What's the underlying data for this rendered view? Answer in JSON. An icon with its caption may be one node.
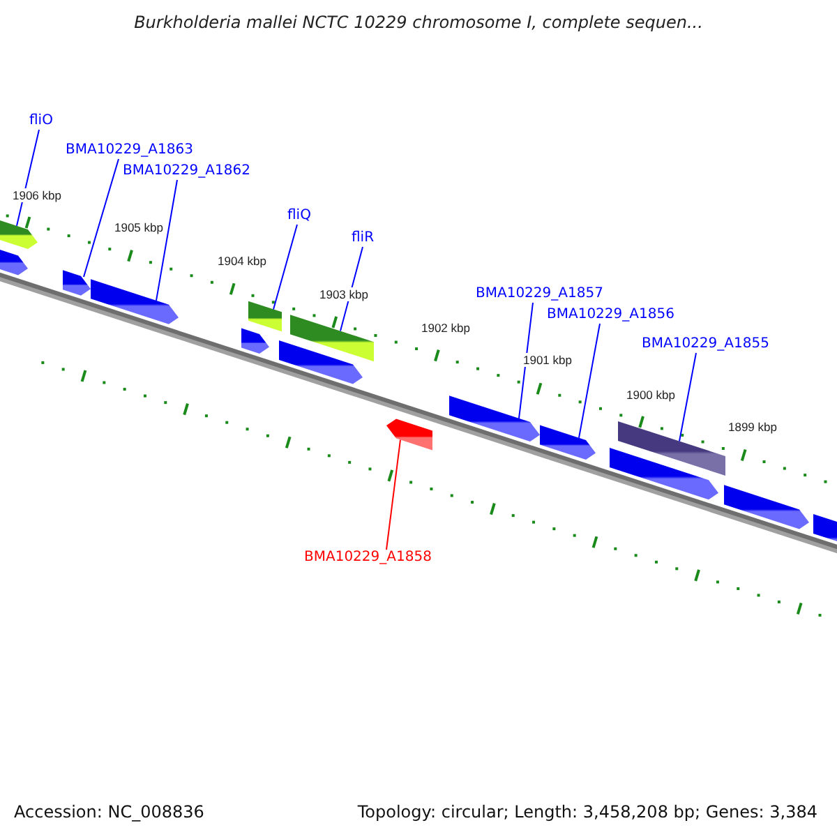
{
  "diagram": {
    "title": "Burkholderia mallei NCTC 10229 chromosome I, complete sequen...",
    "nodes": [
      {
        "text": [
          "fliO"
        ]
      },
      {
        "text": [
          "BMA10229_A1863"
        ]
      },
      {
        "text": [
          "BMA10229_A1862"
        ]
      },
      {
        "text": [
          "fliQ"
        ]
      },
      {
        "text": [
          "fliR"
        ]
      },
      {
        "text": [
          "BMA10229_A1857"
        ]
      },
      {
        "text": [
          "BMA10229_A1856"
        ]
      },
      {
        "text": [
          "BMA10229_A1855"
        ]
      },
      {
        "text": [
          "BMA10229_A1858"
        ]
      },
      {
        "text": [],
        "shape": "bar"
      },
      {
        "text": [],
        "shape": "bar"
      },
      {
        "text": [],
        "shape": "bar"
      },
      {
        "text": [],
        "shape": "bar"
      },
      {
        "text": [],
        "shape": "bar"
      },
      {
        "text": [],
        "shape": "bar"
      },
      {
        "text": [],
        "shape": "bar"
      },
      {
        "text": [],
        "shape": "bar"
      },
      {
        "text": [],
        "shape": "bar"
      },
      {
        "text": [],
        "shape": "bar"
      },
      {
        "text": [],
        "shape": "bar"
      },
      {
        "text": [],
        "shape": "bar"
      },
      {
        "text": [],
        "shape": "bar"
      },
      {
        "text": [],
        "shape": "bar"
      },
      {
        "text": [],
        "shape": "bar"
      }
    ],
    "edges": [
      {
        "from": 0,
        "to": 9,
        "arrow": "none"
      },
      {
        "from": 1,
        "to": 11,
        "arrow": "none"
      },
      {
        "from": 2,
        "to": 12,
        "arrow": "none"
      },
      {
        "from": 3,
        "to": 14,
        "arrow": "none"
      },
      {
        "from": 4,
        "to": 16,
        "arrow": "none"
      },
      {
        "from": 5,
        "to": 18,
        "arrow": "none"
      },
      {
        "from": 6,
        "to": 19,
        "arrow": "none"
      },
      {
        "from": 7,
        "to": 21,
        "arrow": "none"
      },
      {
        "from": 8,
        "to": 17,
        "arrow": "none",
        "color": "#ff0000"
      }
    ],
    "labels": [
      "1906 kbp",
      "1905 kbp",
      "1904 kbp",
      "1903 kbp",
      "1902 kbp",
      "1901 kbp",
      "1900 kbp",
      "1899 kbp",
      "Accession: NC_008836",
      "Topology: circular; Length: 3,458,208 bp; Genes: 3,384"
    ]
  }
}
